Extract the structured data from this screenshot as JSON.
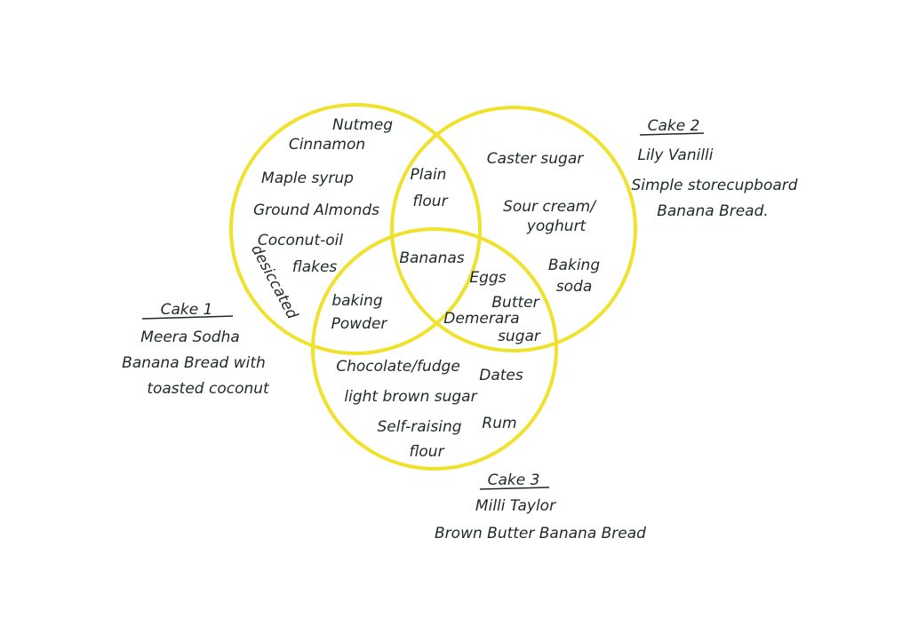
{
  "colors": {
    "circle": "#f0e22c",
    "ink": "#1f2a24"
  },
  "cakes": {
    "cake1": {
      "label": "Cake 1",
      "author": "Meera Sodha",
      "title_line1": "Banana Bread with",
      "title_line2": "toasted coconut"
    },
    "cake2": {
      "label": "Cake 2",
      "author": "Lily Vanilli",
      "title_line1": "Simple storecupboard",
      "title_line2": "Banana Bread."
    },
    "cake3": {
      "label": "Cake 3",
      "author": "Milli Taylor",
      "title_line1": "Brown Butter Banana Bread"
    }
  },
  "regions": {
    "cake1_only": {
      "nutmeg": "Nutmeg",
      "cinnamon": "Cinnamon",
      "maple_syrup": "Maple syrup",
      "ground_almonds": "Ground Almonds",
      "coconut_oil": "Coconut-oil",
      "flakes": "flakes",
      "desiccated": "desiccated"
    },
    "cake1_cake2": {
      "line1": "Plain",
      "line2": "flour"
    },
    "cake2_only": {
      "caster_sugar": "Caster sugar",
      "sour_cream_1": "Sour cream/",
      "sour_cream_2": "yoghurt",
      "baking_soda_1": "Baking",
      "baking_soda_2": "soda"
    },
    "all_three": {
      "bananas": "Bananas"
    },
    "cake1_cake3": {
      "line1": "baking",
      "line2": "Powder"
    },
    "cake2_cake3": {
      "eggs": "Eggs",
      "butter": "Butter",
      "demerara_1": "Demerara",
      "demerara_2": "sugar"
    },
    "cake3_only": {
      "chocolate": "Chocolate/fudge",
      "dates": "Dates",
      "light_brown_sugar": "light brown sugar",
      "self_raising_1": "Self-raising",
      "self_raising_2": "flour",
      "rum": "Rum"
    }
  }
}
